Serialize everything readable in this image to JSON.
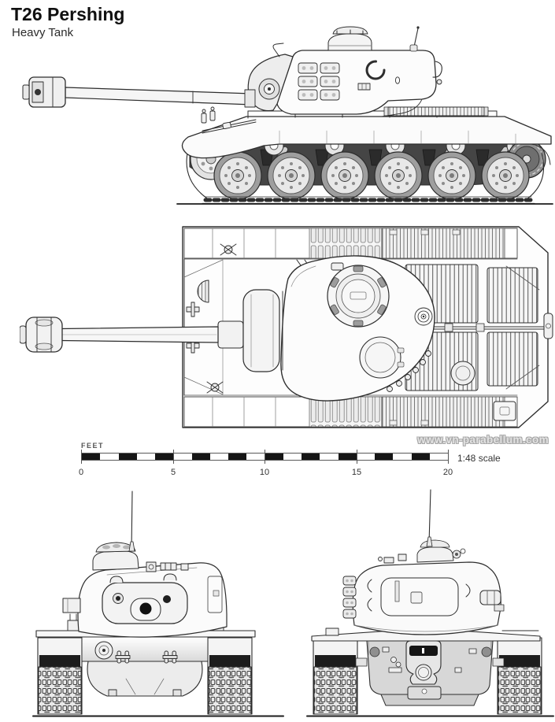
{
  "header": {
    "title": "T26 Pershing",
    "subtitle": "Heavy Tank"
  },
  "scale_bar": {
    "unit_label": "FEET",
    "ticks": [
      "0",
      "5",
      "10",
      "15",
      "20"
    ],
    "segments": 20,
    "ratio_label": "1:48 scale"
  },
  "watermark": {
    "text": "www.vn-parabellum.com"
  },
  "views": [
    {
      "name": "side-view"
    },
    {
      "name": "top-view"
    },
    {
      "name": "front-view"
    },
    {
      "name": "rear-view"
    }
  ],
  "colors": {
    "ink": "#2e2e2e",
    "paper": "#ffffff",
    "track_shadow": "#454545",
    "light_shade": "#ececec",
    "mid_shade": "#d7d7d7",
    "scale_black": "#161616",
    "watermark_gray": "#a6a6a6"
  }
}
